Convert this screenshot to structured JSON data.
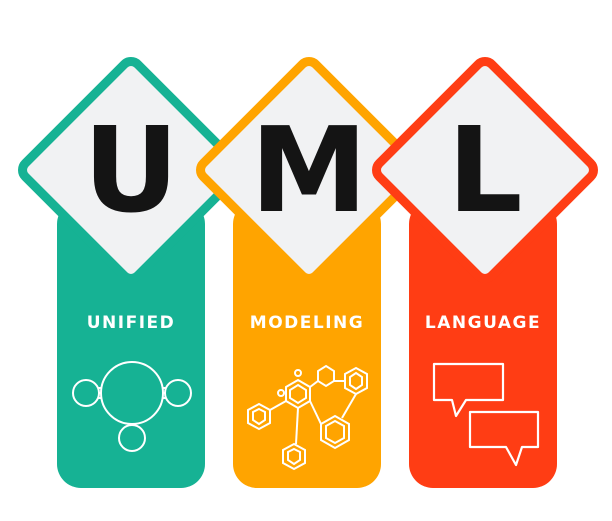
{
  "colors": {
    "teal": "#16b294",
    "orange": "#ffa400",
    "red": "#ff3d14",
    "diamond_fill": "#f1f2f3",
    "letter": "#141414",
    "line_art": "#ffffff"
  },
  "panels": [
    {
      "letter": "U",
      "label": "UNIFIED",
      "icon": "circle-network-icon"
    },
    {
      "letter": "M",
      "label": "MODELING",
      "icon": "molecule-icon"
    },
    {
      "letter": "L",
      "label": "LANGUAGE",
      "icon": "speech-bubbles-icon"
    }
  ]
}
